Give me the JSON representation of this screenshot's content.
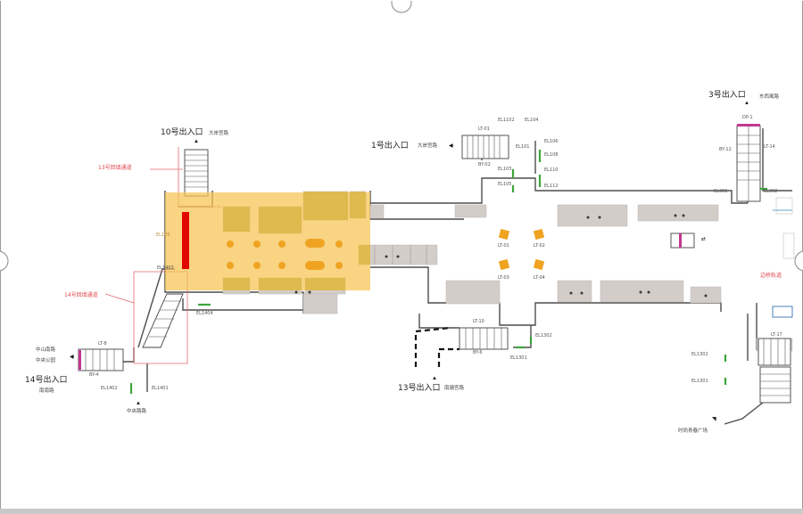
{
  "entrances": {
    "e10": {
      "label": "10号出入口",
      "note": "大岸宫路"
    },
    "e1": {
      "label": "1号出入口",
      "note": "大岸宫路"
    },
    "e3": {
      "label": "3号出入口",
      "note": "东西寓路"
    },
    "e13": {
      "label": "13号出入口",
      "note": "南塘宫路"
    },
    "e14": {
      "label": "14号出入口",
      "note": "南南路"
    }
  },
  "passages": {
    "p13": "13号回填通道",
    "p14": "14号回填通道",
    "east": "边桥轨道"
  },
  "codes": {
    "l110": "EL1102",
    "l104": "EL104",
    "l101": "EL101",
    "l106": "EL106",
    "l108": "EL108",
    "l110b": "EL110",
    "l112": "EL112",
    "l103": "EL103",
    "l105": "EL105",
    "l301": "EL301",
    "l302": "EL302",
    "l1403": "EL1403",
    "l1404": "EL1404",
    "l1402": "EL1402",
    "l1401": "EL1401",
    "l1302": "EL1302",
    "l1301": "EL1301",
    "r1302": "EL1302",
    "r1301": "EL1301",
    "lt1": "LT-01",
    "lt2": "LT-02",
    "lt3": "LT-03",
    "lt4": "LT-04",
    "e1l": "LT-01",
    "e1b": "BY-02",
    "e14t": "LT-8",
    "e14b": "BY-4",
    "e13t": "LT-10",
    "e13b": "BY-6",
    "e3l": "BY-12",
    "e3r": "LT-14",
    "e3top": "DP-1",
    "e1code": "EL105",
    "ey1": "LT-17"
  },
  "notes": {
    "n14a": "中山南路",
    "n14b": "中央公园",
    "down": "中央路路",
    "plaza": "时尚青春广场"
  },
  "colors": {
    "highlight": "#f5c453",
    "ad_panel": "#e10600",
    "room": "#d3cdca",
    "shop": "#d9b640",
    "wall": "#555555",
    "green": "#3aa53a",
    "magenta": "#c2388f",
    "red_label": "#e0474c"
  }
}
